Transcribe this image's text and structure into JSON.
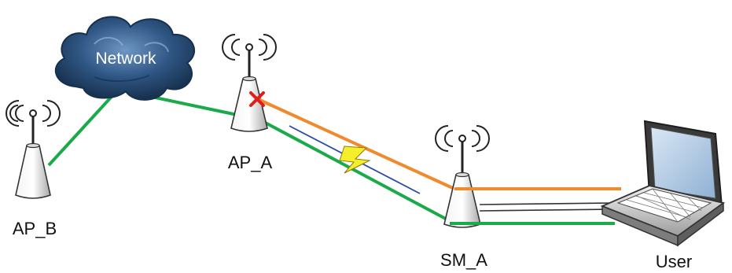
{
  "labels": {
    "network": "Network",
    "ap_a": "AP_A",
    "ap_b": "AP_B",
    "sm_a": "SM_A",
    "user": "User"
  },
  "colors": {
    "green_link": "#1aaa4a",
    "orange_link": "#f08a2c",
    "cloud_dark": "#1e3d61",
    "cloud_light": "#6f97c4",
    "x_mark": "#e21b1b",
    "bolt_yellow": "#f5ef2a",
    "bolt_blue": "#2a4aa8"
  },
  "icons": [
    "cloud-icon",
    "antenna-icon",
    "laptop-icon",
    "lightning-icon",
    "x-mark-icon"
  ]
}
